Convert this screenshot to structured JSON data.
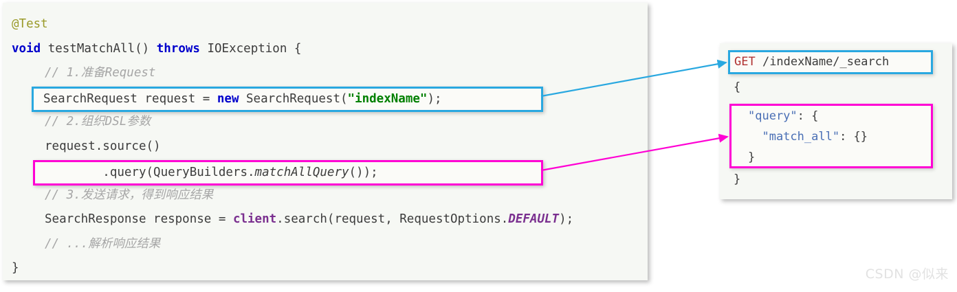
{
  "colors": {
    "panel_bg": "#f6f8f4",
    "page_bg": "#ffffff",
    "accent_blue": "#29a8e0",
    "accent_magenta": "#ff00d4",
    "keyword_blue": "#0000cc",
    "annotation_olive": "#9a9a29",
    "comment_gray": "#a6a6a6",
    "string_green": "#008000",
    "purple": "#7a2f8f",
    "json_key_blue": "#4a6fb5",
    "http_verb_red": "#b03030",
    "watermark_gray": "#e2e2e2"
  },
  "code": {
    "annotation": "@Test",
    "line_signature": {
      "kw_void": "void",
      "name": " testMatchAll() ",
      "kw_throws": "throws",
      "rest": " IOException {"
    },
    "comment_1": "// 1.准备Request",
    "highlight_blue": {
      "prefix": "SearchRequest request = ",
      "kw_new": "new",
      "mid": " SearchRequest(",
      "string": "\"indexName\"",
      "suffix": ");"
    },
    "comment_2": "// 2.组织DSL参数",
    "line_source": "request.source()",
    "highlight_magenta": {
      "prefix": "        .query(QueryBuilders.",
      "method": "matchAllQuery",
      "suffix": "());"
    },
    "comment_3": "// 3.发送请求，得到响应结果",
    "line_response": {
      "prefix": "SearchResponse response = ",
      "client": "client",
      "mid": ".search(request, RequestOptions.",
      "constant": "DEFAULT",
      "suffix": ");"
    },
    "comment_4": "// ...解析响应结果",
    "closing_brace": "}"
  },
  "dsl": {
    "request_line": {
      "verb": "GET",
      "path": " /indexName/_search"
    },
    "brace_open": "{",
    "query_block": {
      "line_1_key": "\"query\"",
      "line_1_rest": ": {",
      "line_2_key": "  \"match_all\"",
      "line_2_rest": ": {}",
      "line_3": "}"
    },
    "brace_close": "}"
  },
  "watermark": {
    "text": "CSDN @似来"
  }
}
